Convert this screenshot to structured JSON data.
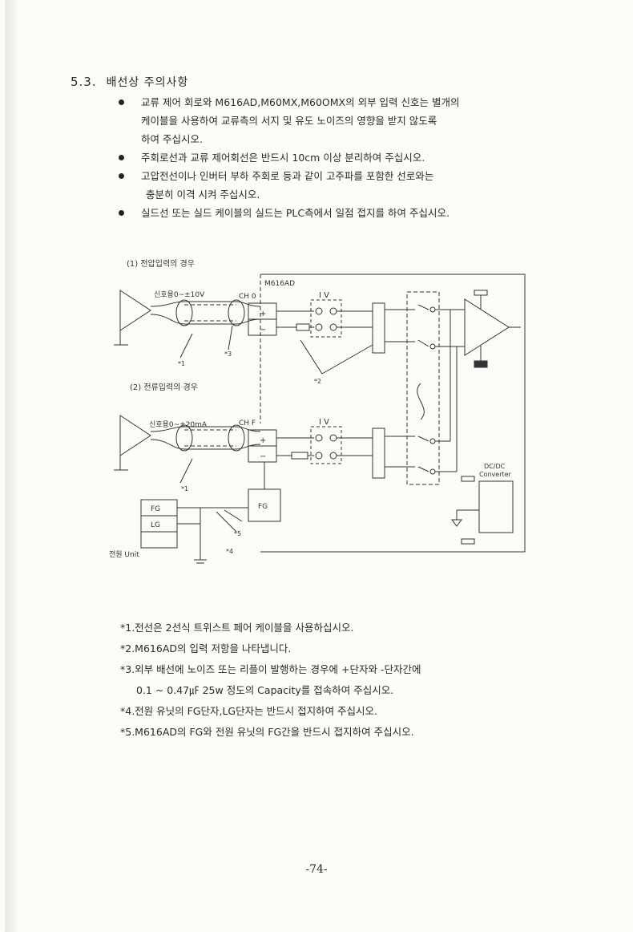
{
  "section": {
    "number": "5.3.",
    "title": "배선상 주의사항"
  },
  "bullets": [
    {
      "lines": [
        "교류 제어 회로와 M616AD,M60MX,M60OMX의 외부 입력 신호는 별개의",
        "케이블을 사용하여 교류측의 서지 및 유도 노이즈의 영향을 받지 않도록",
        "하여 주십시오."
      ]
    },
    {
      "lines": [
        "주회로선과 교류 제어회선은 반드시 10cm 이상 분리하여 주십시오."
      ]
    },
    {
      "lines": [
        "고압전선이나 인버터 부하 주회로 등과 같이 고주파를 포함한 선로와는",
        "충분히 이격 시켜 주십시오."
      ]
    },
    {
      "lines": [
        "실드선 또는 실드 케이블의 실드는 PLC측에서 일점 접지를 하여 주십시오."
      ]
    }
  ],
  "diagram": {
    "voltage_title": "(1) 전압입력의 경우",
    "current_title": "(2) 전류입력의 경우",
    "module_label": "M616AD",
    "signal_v": "신호용0~±10V",
    "signal_i": "신호용0~±20mA",
    "ch0": "CH 0",
    "chf": "CH F",
    "plus": "+",
    "minus": "−",
    "iv": "I  V",
    "fg": "FG",
    "lg": "LG",
    "power_unit": "전원 Unit",
    "dcdc1": "DC/DC",
    "dcdc2": "Converter",
    "n1": "*1",
    "n2": "*2",
    "n3": "*3",
    "n4": "*4",
    "n5": "*5"
  },
  "notes": [
    "*1.전선은 2선식 트위스트 페어 케이블을 사용하십시오.",
    "*2.M616AD의 입력 저항을 나타냅니다.",
    "*3.외부 배선에 노이즈 또는 리플이 발행하는 경우에 +단자와 -단자간에",
    "0.1 ~ 0.47㎌ 25w 정도의 Capacity를 접속하여 주십시오.",
    "*4.전원 유닛의 FG단자,LG단자는 반드시 접지하여 주십시오.",
    "*5.M616AD의 FG와 전원 유닛의 FG간을 반드시 접지하여 주십시오."
  ],
  "page_number": "-74-"
}
